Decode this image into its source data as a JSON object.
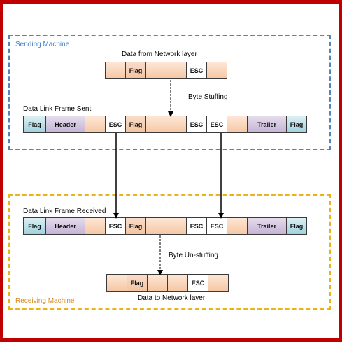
{
  "regions": {
    "sending": "Sending Machine",
    "receiving": "Receiving Machine"
  },
  "captions": {
    "data_from_network": "Data from Network layer",
    "byte_stuffing": "Byte Stuffing",
    "frame_sent": "Data Link Frame Sent",
    "frame_received": "Data Link Frame Received",
    "byte_unstuffing": "Byte Un-stuffing",
    "data_to_network": "Data to Network layer"
  },
  "frames": {
    "network_data": [
      {
        "label": "",
        "type": "data"
      },
      {
        "label": "Flag",
        "type": "flag"
      },
      {
        "label": "",
        "type": "data"
      },
      {
        "label": "",
        "type": "data"
      },
      {
        "label": "ESC",
        "type": "esc"
      },
      {
        "label": "",
        "type": "data"
      }
    ],
    "frame_sent": [
      {
        "label": "Flag",
        "type": "flag-end"
      },
      {
        "label": "Header",
        "type": "header"
      },
      {
        "label": "",
        "type": "data"
      },
      {
        "label": "ESC",
        "type": "esc"
      },
      {
        "label": "Flag",
        "type": "flag"
      },
      {
        "label": "",
        "type": "data"
      },
      {
        "label": "",
        "type": "data"
      },
      {
        "label": "ESC",
        "type": "esc"
      },
      {
        "label": "ESC",
        "type": "esc"
      },
      {
        "label": "",
        "type": "data"
      },
      {
        "label": "Trailer",
        "type": "trailer"
      },
      {
        "label": "Flag",
        "type": "flag-end"
      }
    ],
    "frame_received": [
      {
        "label": "Flag",
        "type": "flag-end"
      },
      {
        "label": "Header",
        "type": "header"
      },
      {
        "label": "",
        "type": "data"
      },
      {
        "label": "ESC",
        "type": "esc"
      },
      {
        "label": "Flag",
        "type": "flag"
      },
      {
        "label": "",
        "type": "data"
      },
      {
        "label": "",
        "type": "data"
      },
      {
        "label": "ESC",
        "type": "esc"
      },
      {
        "label": "ESC",
        "type": "esc"
      },
      {
        "label": "",
        "type": "data"
      },
      {
        "label": "Trailer",
        "type": "trailer"
      },
      {
        "label": "Flag",
        "type": "flag-end"
      }
    ],
    "network_data_out": [
      {
        "label": "",
        "type": "data"
      },
      {
        "label": "Flag",
        "type": "flag"
      },
      {
        "label": "",
        "type": "data"
      },
      {
        "label": "",
        "type": "data"
      },
      {
        "label": "ESC",
        "type": "esc"
      },
      {
        "label": "",
        "type": "data"
      }
    ]
  }
}
